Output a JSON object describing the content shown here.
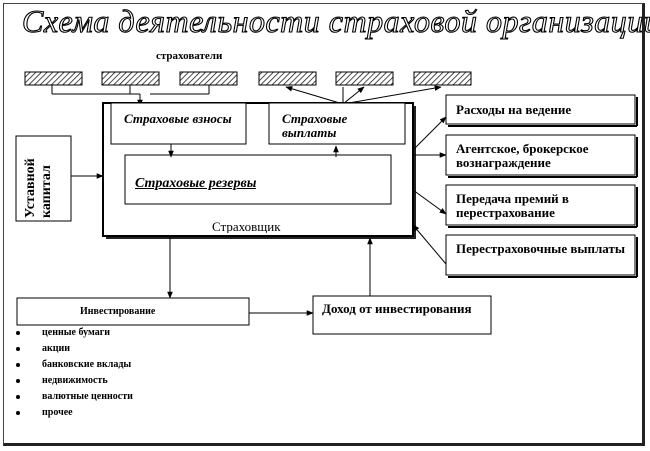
{
  "title": "Схема деятельности страховой организации",
  "policyholders_label": "страхователи",
  "charter_capital": "Уставной капитал",
  "main_box_label": "Страховщик",
  "premiums_box": "Страховые взносы",
  "payouts_box": "Страховые выплаты",
  "reserves_box": "Страховые резервы",
  "right_boxes": [
    "Расходы на ведение",
    "Агентское, брокерское вознаграждение",
    "Передача премий в перестрахование",
    "Перестраховочные выплаты"
  ],
  "investing_box": "Инвестирование",
  "investment_income_box": "Доход от инвестирования",
  "investment_items": [
    "ценные бумаги",
    "акции",
    "банковские вклады",
    "недвижимость",
    "валютные ценности",
    "прочее"
  ],
  "colors": {
    "stroke": "#000000",
    "hatch": "#000000",
    "shadow": "#222222"
  }
}
